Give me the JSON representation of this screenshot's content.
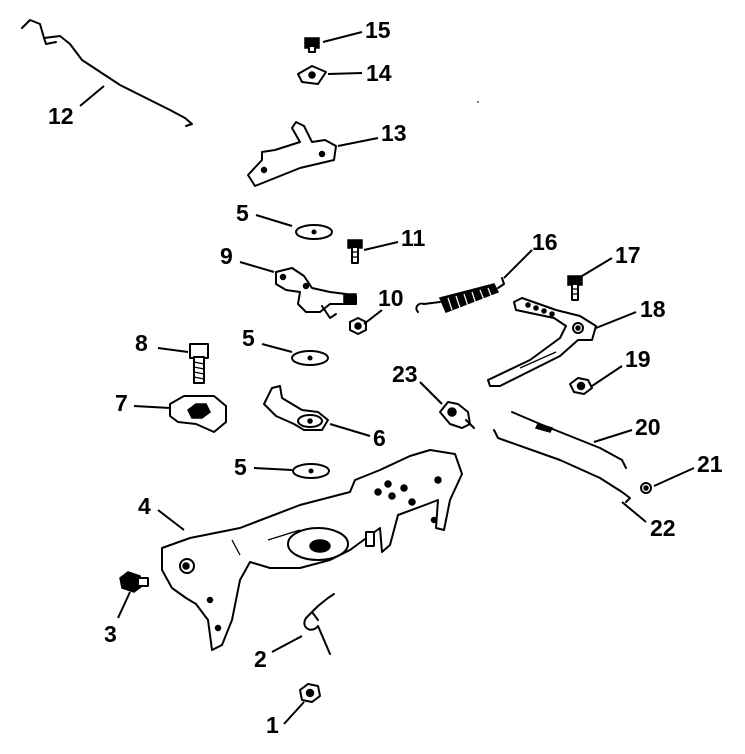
{
  "callouts": [
    {
      "id": "15",
      "text": "15"
    },
    {
      "id": "14",
      "text": "14"
    },
    {
      "id": "13",
      "text": "13"
    },
    {
      "id": "12",
      "text": "12"
    },
    {
      "id": "11",
      "text": "11"
    },
    {
      "id": "10",
      "text": "10"
    },
    {
      "id": "9",
      "text": "9"
    },
    {
      "id": "8",
      "text": "8"
    },
    {
      "id": "7",
      "text": "7"
    },
    {
      "id": "6",
      "text": "6"
    },
    {
      "id": "5a",
      "text": "5"
    },
    {
      "id": "5b",
      "text": "5"
    },
    {
      "id": "5c",
      "text": "5"
    },
    {
      "id": "4",
      "text": "4"
    },
    {
      "id": "3",
      "text": "3"
    },
    {
      "id": "2",
      "text": "2"
    },
    {
      "id": "1",
      "text": "1"
    },
    {
      "id": "16",
      "text": "16"
    },
    {
      "id": "17",
      "text": "17"
    },
    {
      "id": "18",
      "text": "18"
    },
    {
      "id": "19",
      "text": "19"
    },
    {
      "id": "20",
      "text": "20"
    },
    {
      "id": "21",
      "text": "21"
    },
    {
      "id": "22",
      "text": "22"
    },
    {
      "id": "23",
      "text": "23"
    }
  ]
}
